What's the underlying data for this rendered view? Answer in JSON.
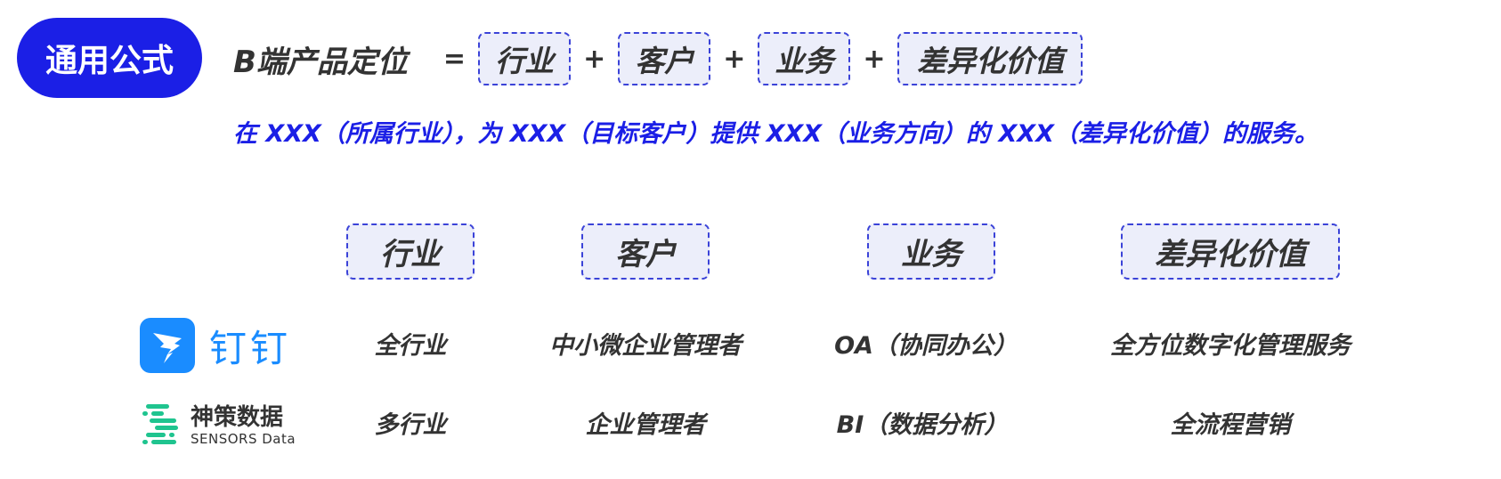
{
  "badge": "通用公式",
  "formula": {
    "lhs": "B端产品定位",
    "equals": "=",
    "plus": "+",
    "terms": [
      "行业",
      "客户",
      "业务",
      "差异化价值"
    ]
  },
  "sentence": "在 XXX（所属行业），为 XXX（目标客户）提供 XXX（业务方向）的 XXX（差异化价值）的服务。",
  "table": {
    "headers": [
      "行业",
      "客户",
      "业务",
      "差异化价值"
    ],
    "rows": [
      {
        "logo": {
          "name": "钉钉",
          "icon": "dingtalk-logo",
          "color": "#1a8cff"
        },
        "cells": [
          "全行业",
          "中小微企业管理者",
          "OA（协同办公）",
          "全方位数字化管理服务"
        ]
      },
      {
        "logo": {
          "name": "神策数据",
          "subtitle": "SENSORS Data",
          "icon": "sensors-data-logo",
          "color": "#1fc48f"
        },
        "cells": [
          "多行业",
          "企业管理者",
          "BI（数据分析）",
          "全流程营销"
        ]
      }
    ]
  },
  "colors": {
    "accent": "#1b1fe6",
    "box_fill": "#eceefa",
    "box_border": "#3b43d8",
    "text": "#333333"
  }
}
